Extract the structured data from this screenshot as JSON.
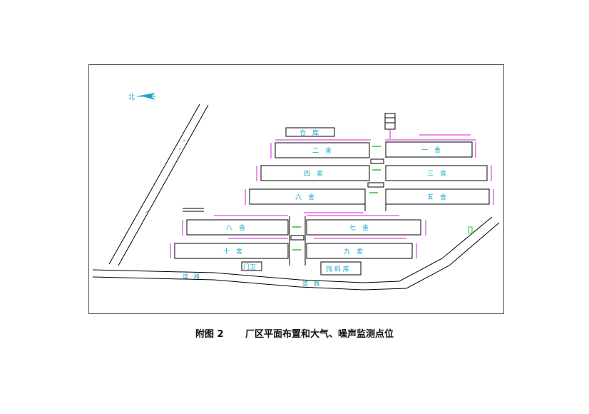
{
  "north_label": "北",
  "buildings": {
    "cang_ku": "仓　库",
    "b1": "一　舍",
    "b2": "二　舍",
    "b3": "三　舍",
    "b4": "四　舍",
    "b5": "五　舍",
    "b6": "六　舍",
    "b7": "七　舍",
    "b8": "八　舍",
    "b9": "九　舍",
    "b10": "十　舍",
    "feed_store": "饲 料 库",
    "guard_room": "门卫"
  },
  "road": {
    "label_a": "道　路",
    "label_b": "道　路"
  },
  "caption": {
    "number": "附图 2",
    "title": "厂区平面布置和大气、噪声监测点位"
  },
  "colors": {
    "building_outline": "#000000",
    "dimension": "#d81ed8",
    "label": "#12a6c8",
    "marker": "#2cc52c",
    "border": "#555555"
  }
}
